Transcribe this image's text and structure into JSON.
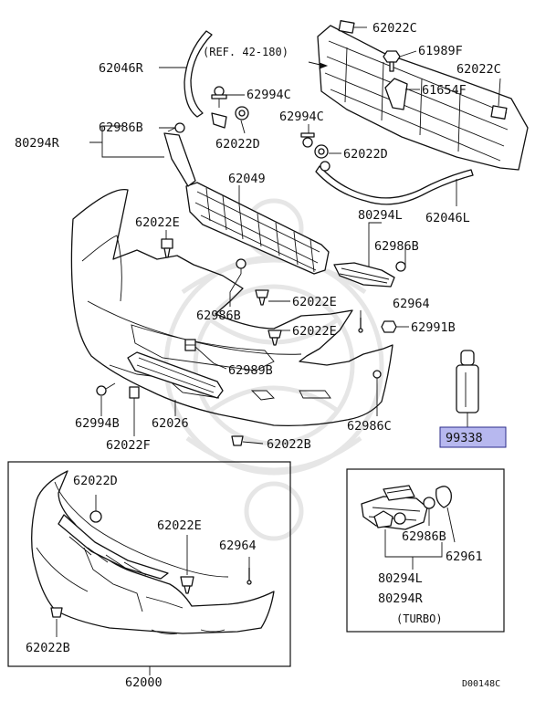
{
  "figure_code": "D00148C",
  "labels": {
    "l_62022C_top": "62022C",
    "l_ref": "(REF. 42-180)",
    "l_61989F": "61989F",
    "l_62046R": "62046R",
    "l_62022C_right": "62022C",
    "l_62994C_a": "62994C",
    "l_61654F": "61654F",
    "l_62986B_a": "62986B",
    "l_62994C_b": "62994C",
    "l_80294R": "80294R",
    "l_62022D_a": "62022D",
    "l_62022D_b": "62022D",
    "l_62049": "62049",
    "l_62022E_a": "62022E",
    "l_80294L": "80294L",
    "l_62046L": "62046L",
    "l_62986B_b": "62986B",
    "l_62022E_b": "62022E",
    "l_62964_a": "62964",
    "l_62986B_c": "62986B",
    "l_62022E_c": "62022E",
    "l_62991B": "62991B",
    "l_62989B": "62989B",
    "l_62994B": "62994B",
    "l_62026": "62026",
    "l_62986C": "62986C",
    "l_62022F": "62022F",
    "l_62022B_a": "62022B",
    "l_99338": "99338",
    "l_62022D_c": "62022D",
    "l_62022E_d": "62022E",
    "l_62964_b": "62964",
    "l_62022B_b": "62022B",
    "l_62000": "62000",
    "l_62986B_d": "62986B",
    "l_62961": "62961",
    "l_80294L_b": "80294L",
    "l_80294R_b": "80294R",
    "l_turbo": "(TURBO)"
  },
  "colors": {
    "highlight_fill": "#b7b8ef",
    "line": "#111111",
    "watermark": "#e6e6e6"
  }
}
